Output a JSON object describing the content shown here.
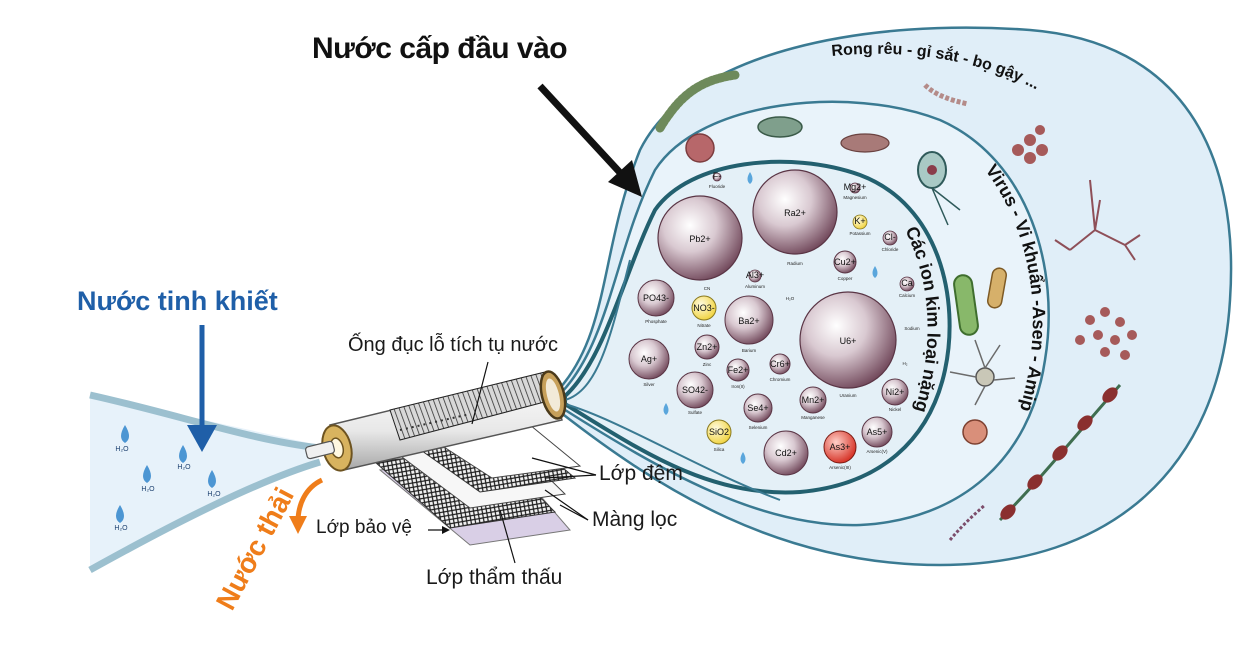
{
  "labels": {
    "feed_water": "Nước cấp đầu vào",
    "pure_water": "Nước tinh khiết",
    "waste_water": "Nước thải",
    "perforated_tube": "Ống đục lỗ tích tụ nước",
    "spacer_layer": "Lớp đệm",
    "filter_membrane": "Màng lọc",
    "protective_layer": "Lớp bảo vệ",
    "permeate_layer": "Lớp thẩm thấu"
  },
  "zones": {
    "outer": "Rong rêu - gỉ sắt - bọ gậy ...",
    "middle": "Virus - Vi khuẩn -Asen - Amip",
    "inner": "Các ion kim loại nặng"
  },
  "ions": [
    {
      "symbol": "Pb2+",
      "name": ""
    },
    {
      "symbol": "Ra2+",
      "name": "Radium"
    },
    {
      "symbol": "U6+",
      "name": "Uranium"
    },
    {
      "symbol": "Ba2+",
      "name": "Barium"
    },
    {
      "symbol": "PO43-",
      "name": "Phosphate"
    },
    {
      "symbol": "Ag+",
      "name": "Silver"
    },
    {
      "symbol": "SO42-",
      "name": "Sulfate"
    },
    {
      "symbol": "NO3-",
      "name": "Nitrate"
    },
    {
      "symbol": "Zn2+",
      "name": "Zinc"
    },
    {
      "symbol": "Fe2+",
      "name": "Iron(II)"
    },
    {
      "symbol": "Cr6+",
      "name": "Chromium"
    },
    {
      "symbol": "Se4+",
      "name": "Selenium"
    },
    {
      "symbol": "SiO2",
      "name": "Silica"
    },
    {
      "symbol": "Cd2+",
      "name": ""
    },
    {
      "symbol": "As3+",
      "name": "Arsenic(III)"
    },
    {
      "symbol": "As5+",
      "name": "Arsenic(V)"
    },
    {
      "symbol": "Mn2+",
      "name": "Manganese"
    },
    {
      "symbol": "Ni2+",
      "name": "Nickel"
    },
    {
      "symbol": "Cu2+",
      "name": "Copper"
    },
    {
      "symbol": "Mg2+",
      "name": "Magnesium"
    },
    {
      "symbol": "K+",
      "name": "Potassium"
    },
    {
      "symbol": "Cl-",
      "name": "Chloride"
    },
    {
      "symbol": "Ca",
      "name": "Calcium"
    },
    {
      "symbol": "Al3+",
      "name": "Aluminum"
    },
    {
      "symbol": "F-",
      "name": "Fluoride"
    }
  ],
  "minor_labels": {
    "cn": "CN",
    "sodium": "Sodium",
    "h2o": "H₂O",
    "h2": "H₂"
  },
  "colors": {
    "pure_water": "#1f5fa8",
    "waste_water": "#ef7d1a",
    "outer_zone": "#dfeef8",
    "inner_zone": "#e3f0f7",
    "zone_border": "#2f6f85"
  }
}
